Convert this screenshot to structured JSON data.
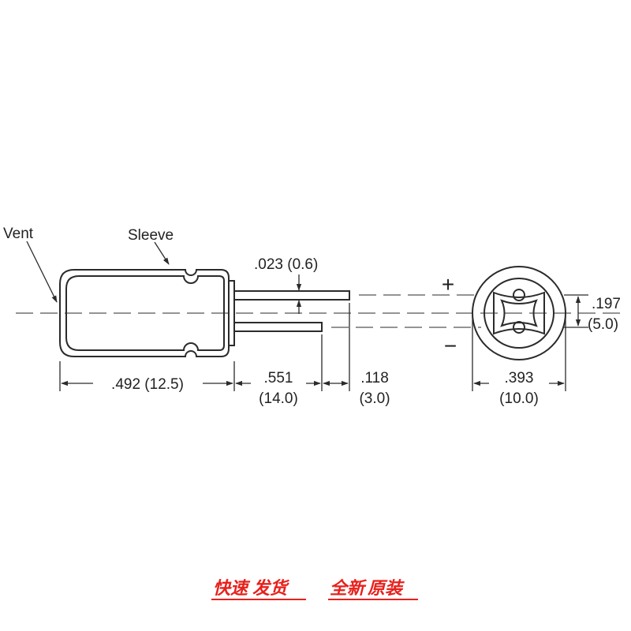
{
  "labels": {
    "vent": "Vent",
    "sleeve": "Sleeve",
    "lead_diameter": ".023 (0.6)",
    "body_length": ".492 (12.5)",
    "lead_length_in": ".551",
    "lead_length_mm": "(14.0)",
    "lead_offset_in": ".118",
    "lead_offset_mm": "(3.0)",
    "lead_spacing_in": ".197",
    "lead_spacing_mm": "(5.0)",
    "diameter_in": ".393",
    "diameter_mm": "(10.0)",
    "plus": "+",
    "minus": "−"
  },
  "footer": {
    "badge_left_a": "快速",
    "badge_left_b": "发货",
    "badge_right_a": "全新",
    "badge_right_b": "原装"
  },
  "colors": {
    "line": "#2b2b2b",
    "badge_red": "#e8201c"
  }
}
